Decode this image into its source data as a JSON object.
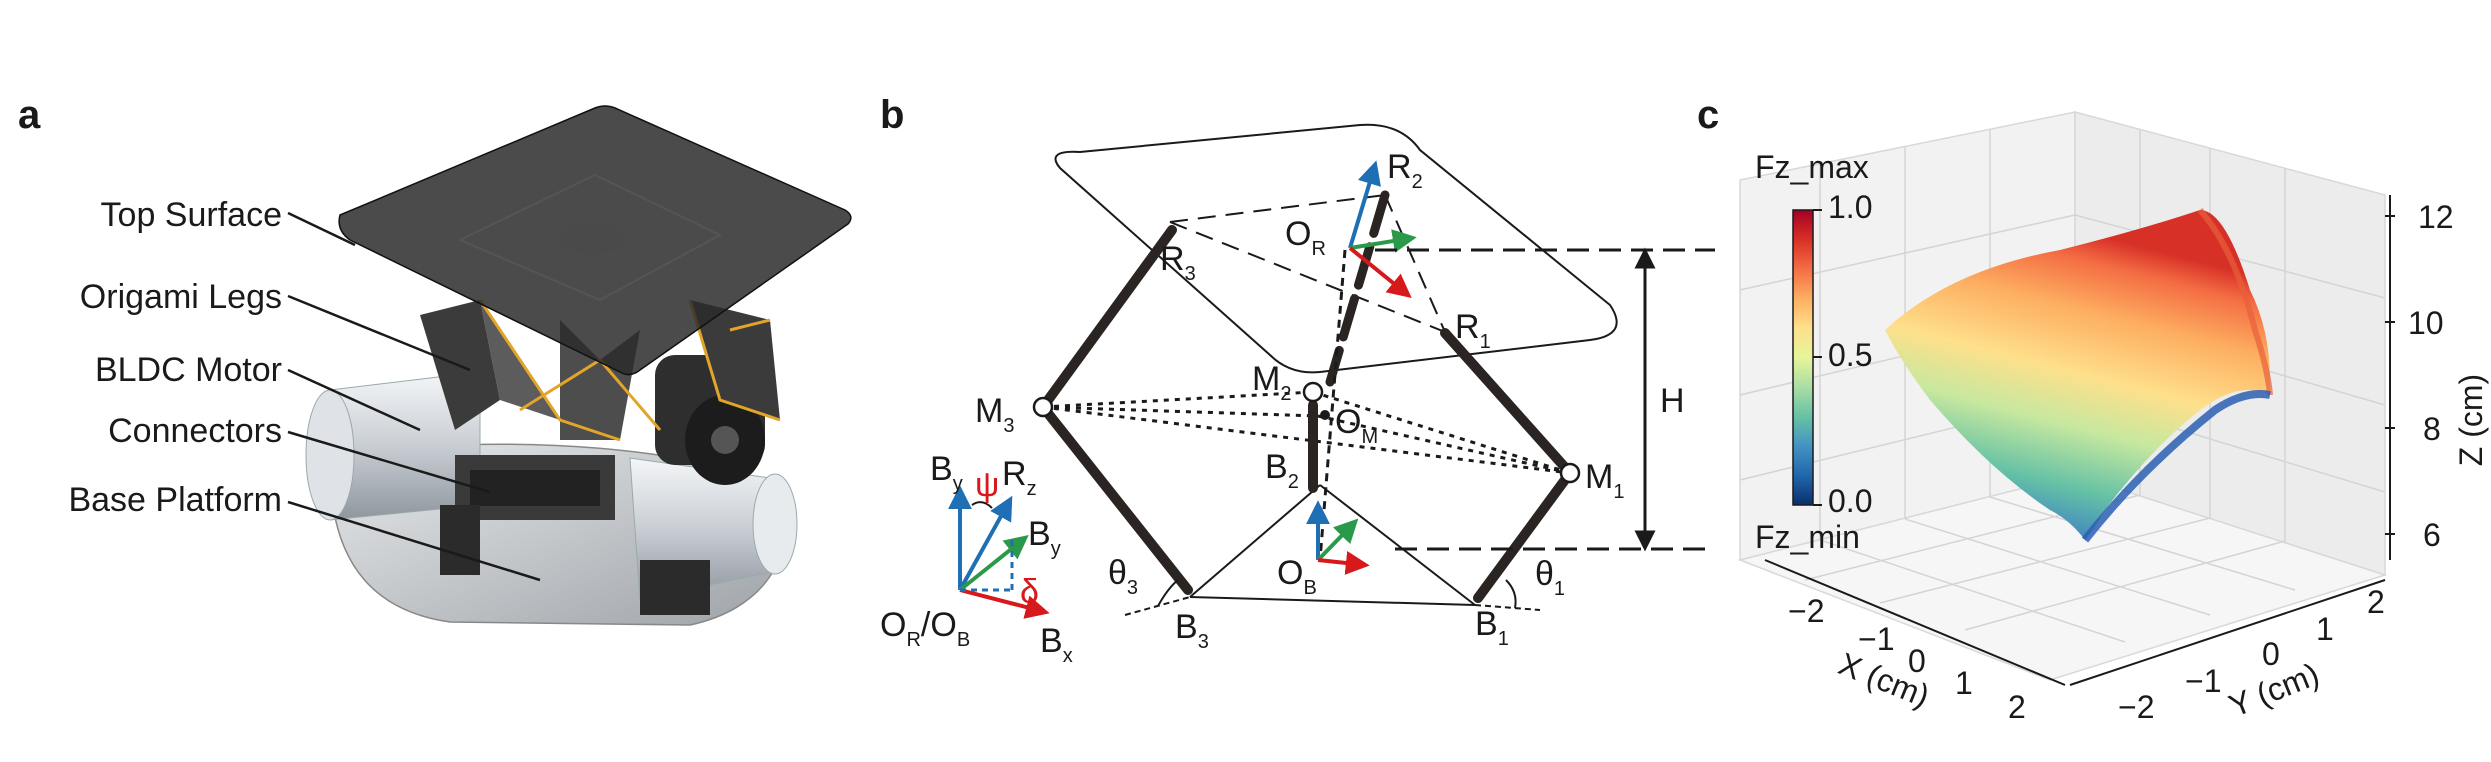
{
  "panels": {
    "a": {
      "letter": "a",
      "labels": [
        "Top Surface",
        "Origami Legs",
        "BLDC Motor",
        "Connectors",
        "Base Platform"
      ]
    },
    "b": {
      "letter": "b",
      "height_label": "H",
      "points": {
        "R1": {
          "base": "R",
          "sub": "1"
        },
        "R2": {
          "base": "R",
          "sub": "2"
        },
        "R3": {
          "base": "R",
          "sub": "3"
        },
        "M1": {
          "base": "M",
          "sub": "1"
        },
        "M2": {
          "base": "M",
          "sub": "2"
        },
        "M3": {
          "base": "M",
          "sub": "3"
        },
        "B1": {
          "base": "B",
          "sub": "1"
        },
        "B2": {
          "base": "B",
          "sub": "2"
        },
        "B3": {
          "base": "B",
          "sub": "3"
        },
        "OR": {
          "base": "O",
          "sub": "R"
        },
        "OM": {
          "base": "O",
          "sub": "M"
        },
        "OB": {
          "base": "O",
          "sub": "B"
        }
      },
      "angles": {
        "theta1": {
          "base": "θ",
          "sub": "1"
        },
        "theta3": {
          "base": "θ",
          "sub": "3"
        }
      },
      "frame": {
        "By": {
          "base": "B",
          "sub": "y"
        },
        "Rz": {
          "base": "R",
          "sub": "z"
        },
        "psi": "ψ",
        "By2": {
          "base": "B",
          "sub": "y"
        },
        "delta": "δ",
        "Bx": {
          "base": "B",
          "sub": "x"
        },
        "origin": {
          "o1": "O",
          "s1": "R",
          "slash": "/",
          "o2": "O",
          "s2": "B"
        }
      }
    },
    "c": {
      "letter": "c",
      "colorbar": {
        "title_top": "Fz_max",
        "title_bottom": "Fz_min",
        "ticks": [
          "1.0",
          "0.5",
          "0.0"
        ],
        "colors": [
          "#08306b",
          "#2166ac",
          "#4393c3",
          "#66c2a5",
          "#abdda4",
          "#e6f598",
          "#fee08b",
          "#fdae61",
          "#f46d43",
          "#d73027",
          "#a50026"
        ]
      },
      "axes": {
        "x_label": "X (cm)",
        "y_label": "Y (cm)",
        "z_label": "Z (cm)",
        "x_ticks": [
          "−2",
          "−1",
          "0",
          "1",
          "2"
        ],
        "y_ticks": [
          "−2",
          "−1",
          "0",
          "1",
          "2"
        ],
        "z_ticks": [
          "6",
          "8",
          "10",
          "12"
        ]
      }
    }
  }
}
